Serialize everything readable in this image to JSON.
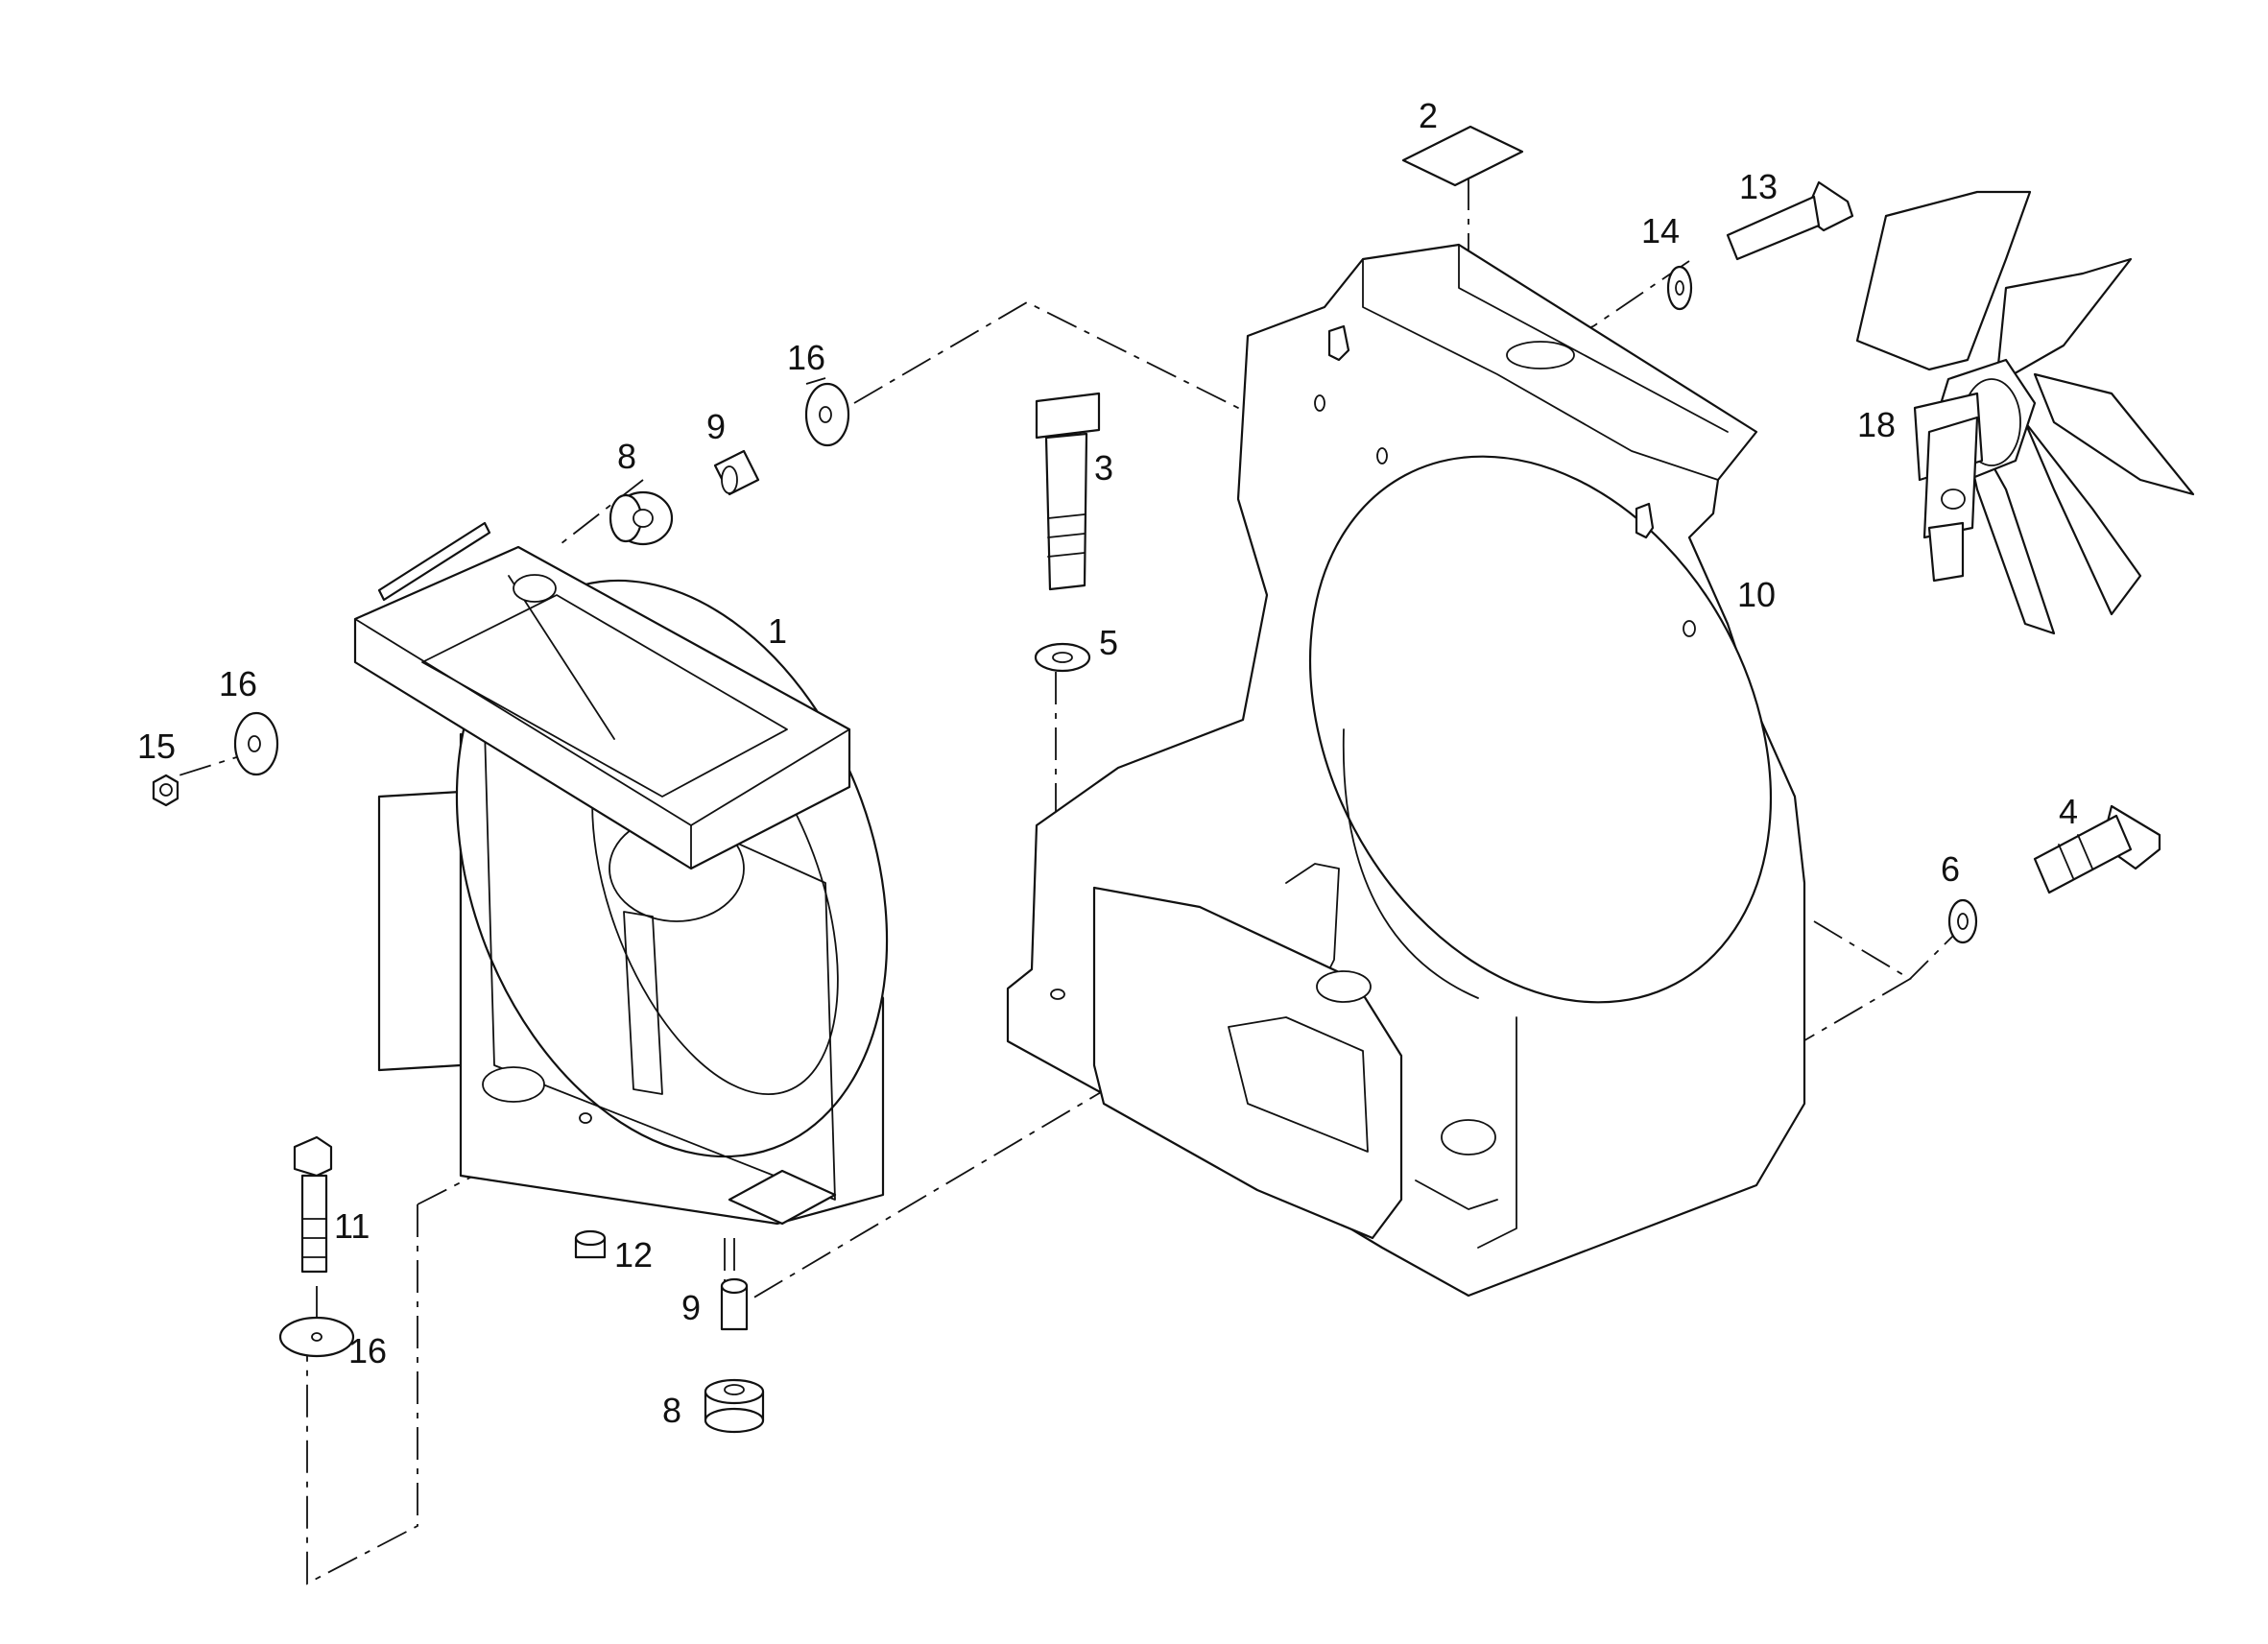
{
  "callouts": {
    "c1": "1",
    "c2": "2",
    "c3": "3",
    "c4": "4",
    "c5": "5",
    "c6": "6",
    "c8a": "8",
    "c8b": "8",
    "c9a": "9",
    "c9b": "9",
    "c10": "10",
    "c11": "11",
    "c12": "12",
    "c13": "13",
    "c14": "14",
    "c15": "15",
    "c16a": "16",
    "c16b": "16",
    "c16c": "16",
    "c18": "18"
  },
  "colors": {
    "line": "#111111",
    "background": "#ffffff"
  }
}
